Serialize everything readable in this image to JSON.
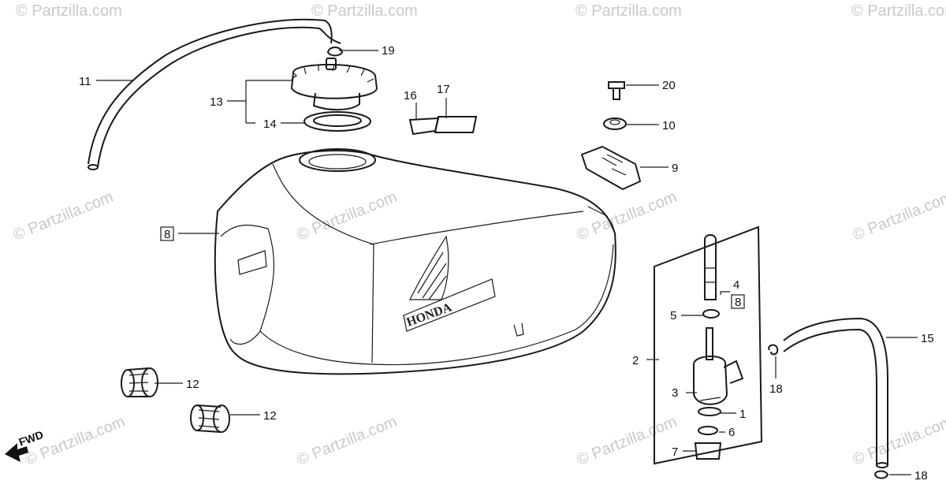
{
  "watermark": "© Partzilla.com",
  "fwd_label": "FWD",
  "callouts": {
    "c1": "1",
    "c2": "2",
    "c3": "3",
    "c4": "4",
    "c5": "5",
    "c6": "6",
    "c7": "7",
    "c8_tank": "8",
    "c8_filter": "8",
    "c9": "9",
    "c10": "10",
    "c11": "11",
    "c12_a": "12",
    "c12_b": "12",
    "c13": "13",
    "c14": "14",
    "c15": "15",
    "c16": "16",
    "c17": "17",
    "c18_a": "18",
    "c18_b": "18",
    "c19": "19",
    "c20": "20"
  },
  "emblem_text": "HONDA"
}
